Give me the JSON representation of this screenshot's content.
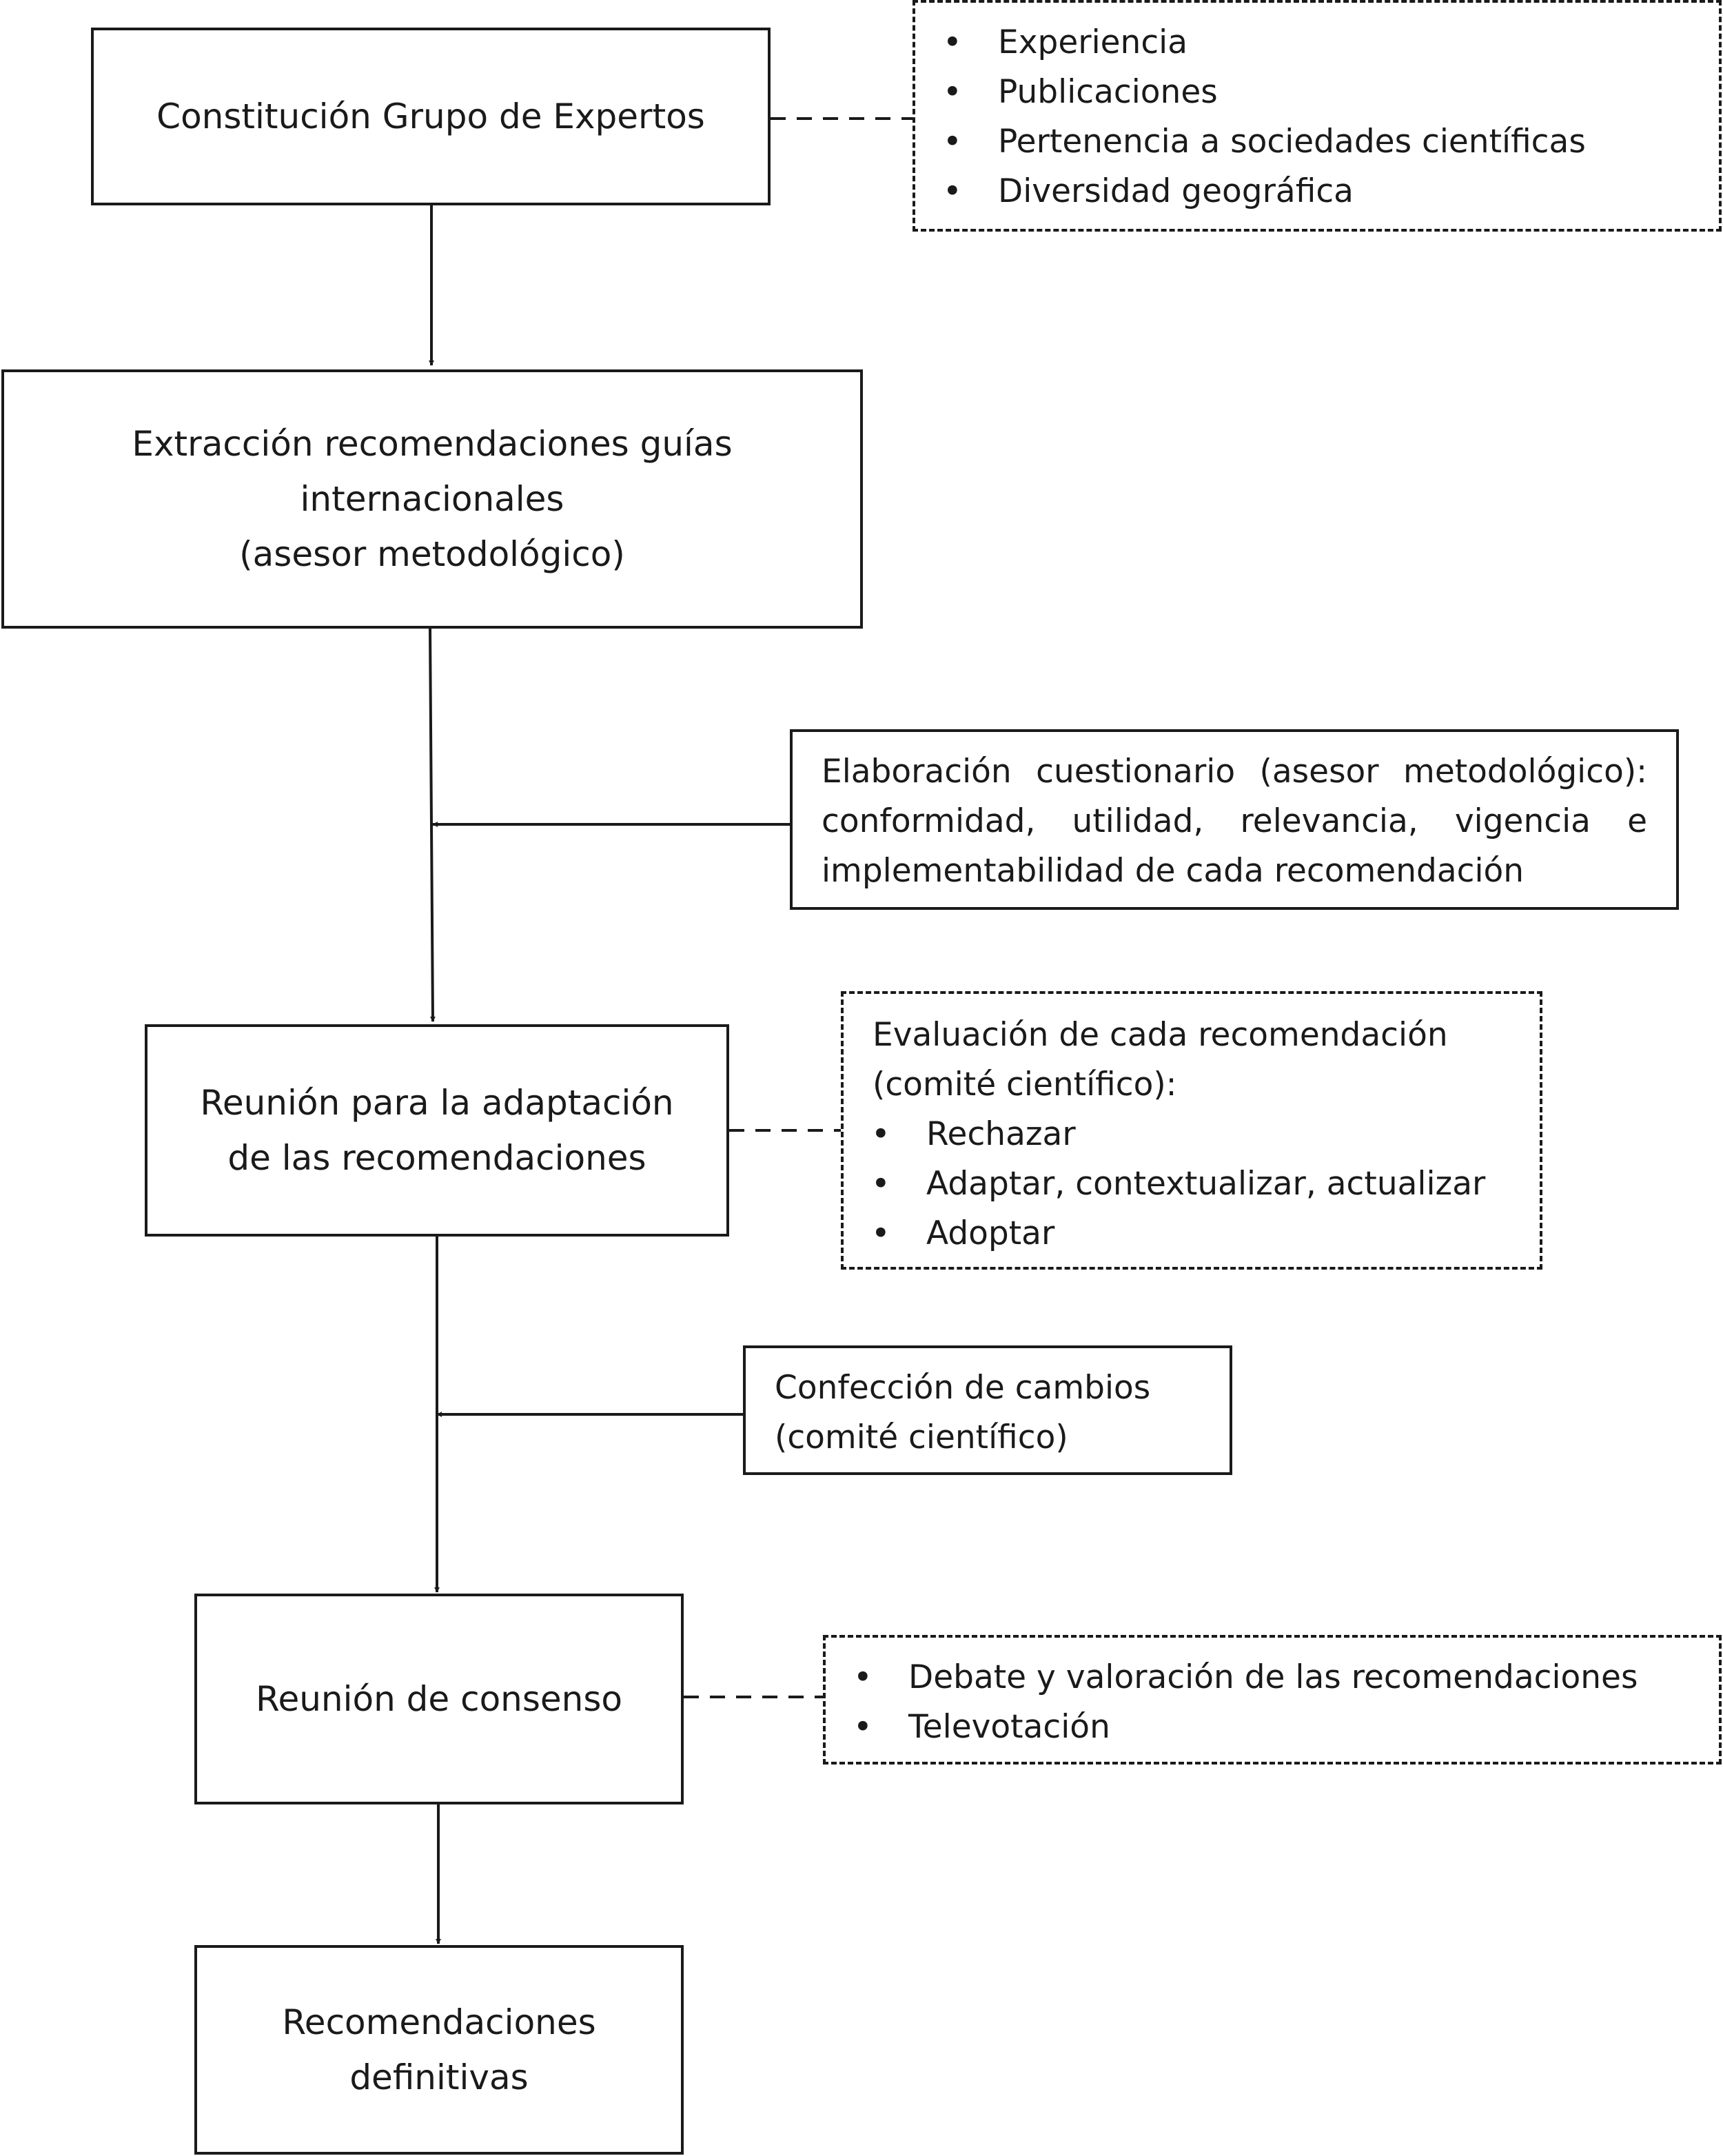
{
  "steps": {
    "constitucion": "Constitución Grupo de Expertos",
    "extraccion": "Extracción recomendaciones guías\ninternacionales\n(asesor metodológico)",
    "reunion_adaptacion": "Reunión para la adaptación\nde las recomendaciones",
    "reunion_consenso": "Reunión de consenso",
    "recomendaciones": "Recomendaciones\ndefinitivas"
  },
  "criterios": [
    "Experiencia",
    "Publicaciones",
    "Pertenencia a sociedades científicas",
    "Diversidad geográfica"
  ],
  "cuestionario": "Elaboración cuestionario (asesor metodológico): conformidad, utilidad, relevancia, vigencia e implementabilidad de cada recomendación",
  "evaluacion": {
    "heading": "Evaluación de cada recomendación\n(comité científico):",
    "items": [
      "Rechazar",
      "Adaptar, contextualizar, actualizar",
      "Adoptar"
    ]
  },
  "cambios": "Confección de cambios\n(comité científico)",
  "consenso_items": [
    "Debate y valoración de las recomendaciones",
    "Televotación"
  ]
}
